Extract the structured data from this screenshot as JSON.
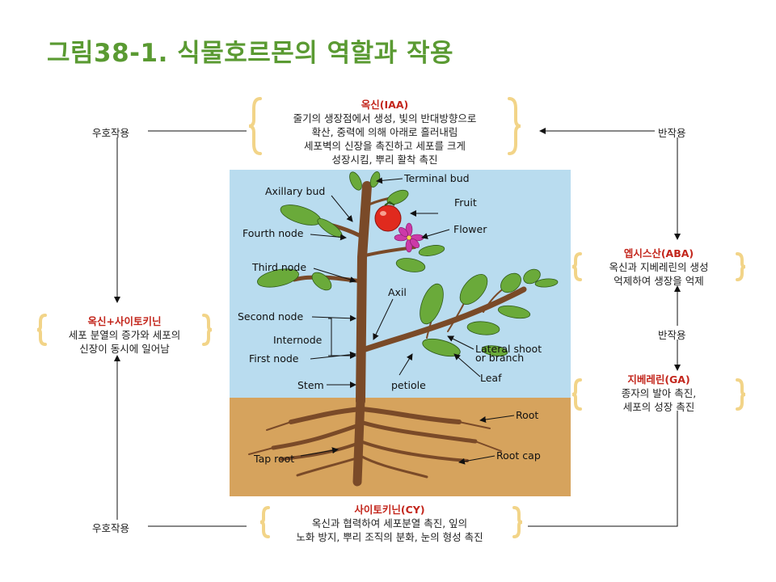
{
  "title": "그림38-1. 식물호르몬의 역할과 작용",
  "hormones": {
    "auxin": {
      "name": "옥신(IAA)",
      "lines": [
        "줄기의 생장점에서 생성, 빛의 반대방향으로",
        "확산, 중력에 의해 아래로 흘러내림",
        "세포벽의 신장을 촉진하고 세포를 크게",
        "성장시킴, 뿌리 활착 촉진"
      ]
    },
    "auxin_cytokinin": {
      "name": "옥신+사이토키닌",
      "lines": [
        "세포 분열의 증가와 세포의",
        "신장이 동시에 일어남"
      ]
    },
    "aba": {
      "name": "엡시스산(ABA)",
      "lines": [
        "옥신과 지베레린의 생성",
        "억제하여 생장을 억제"
      ]
    },
    "ga": {
      "name": "지베레린(GA)",
      "lines": [
        "종자의 발아 촉진,",
        "세포의 성장 촉진"
      ]
    },
    "cytokinin": {
      "name": "사이토키닌(CY)",
      "lines": [
        "옥신과 협력하여 세포분열 촉진, 잎의",
        "노화 방지, 뿌리 조직의 분화, 눈의 형성 촉진"
      ]
    }
  },
  "relations": {
    "synergy_top": "우호작용",
    "synergy_bottom": "우호작용",
    "antagonism_top": "반작용",
    "antagonism_middle": "반작용"
  },
  "plant_labels": {
    "terminal_bud": "Terminal bud",
    "axillary_bud": "Axillary bud",
    "fruit": "Fruit",
    "flower": "Flower",
    "fourth_node": "Fourth node",
    "third_node": "Third node",
    "axil": "Axil",
    "second_node": "Second node",
    "internode": "Internode",
    "lateral_shoot_1": "Lateral shoot",
    "lateral_shoot_2": "or branch",
    "first_node": "First node",
    "leaf": "Leaf",
    "stem": "Stem",
    "petiole": "petiole",
    "root": "Root",
    "tap_root": "Tap root",
    "root_cap": "Root cap"
  },
  "colors": {
    "title": "#5a9a32",
    "hormone_name": "#c3261c",
    "brace": "#f2d488",
    "sky": "#b9dcef",
    "soil": "#d6a35d",
    "stem": "#7a4a28",
    "leaf": "#6aaa3a",
    "fruit": "#e02a1e",
    "flower": "#cc3aa8"
  }
}
